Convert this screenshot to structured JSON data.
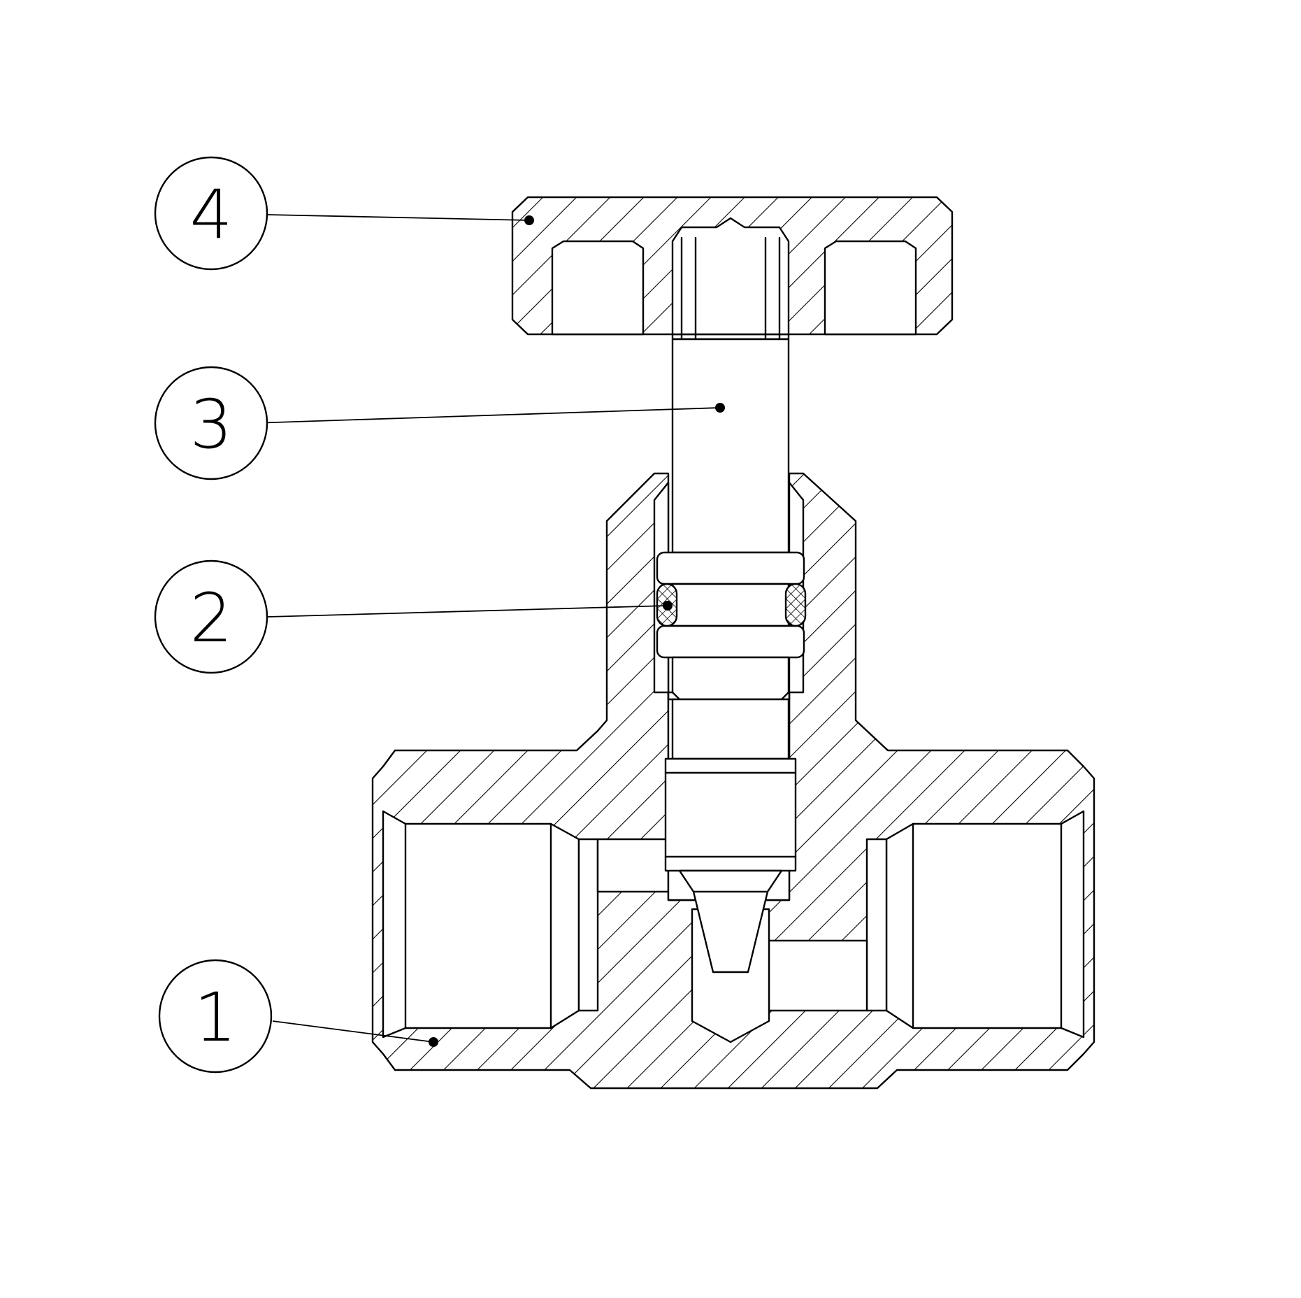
{
  "balloons": [
    {
      "id": "4",
      "label": "4"
    },
    {
      "id": "3",
      "label": "3"
    },
    {
      "id": "2",
      "label": "2"
    },
    {
      "id": "1",
      "label": "1"
    }
  ]
}
